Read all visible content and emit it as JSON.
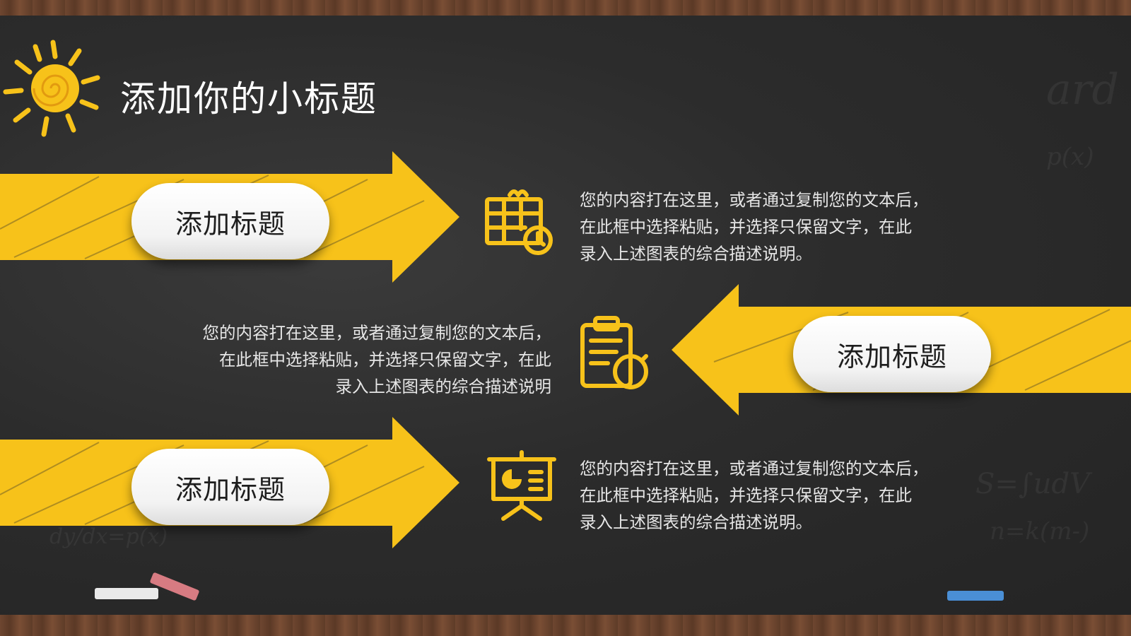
{
  "slide": {
    "title": "添加你的小标题",
    "accent_color": "#f7c21a",
    "board_color": "#2c2c2c"
  },
  "rows": [
    {
      "pill_label": "添加标题",
      "icon": "calendar-clock-icon",
      "description": "您的内容打在这里，或者通过复制您的文本后，\n在此框中选择粘贴，并选择只保留文字，在此\n录入上述图表的综合描述说明。"
    },
    {
      "pill_label": "添加标题",
      "icon": "clipboard-stopwatch-icon",
      "description": "您的内容打在这里，或者通过复制您的文本后，\n在此框中选择粘贴，并选择只保留文字，在此\n录入上述图表的综合描述说明"
    },
    {
      "pill_label": "添加标题",
      "icon": "presentation-board-icon",
      "description": "您的内容打在这里，或者通过复制您的文本后，\n在此框中选择粘贴，并选择只保留文字，在此\n录入上述图表的综合描述说明。"
    }
  ]
}
